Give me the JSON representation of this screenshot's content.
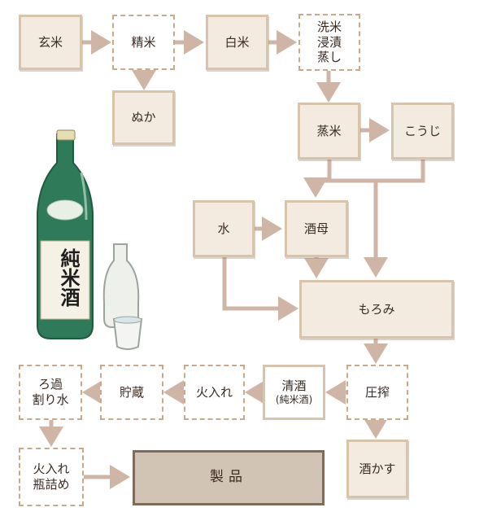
{
  "nodes": {
    "genmai": "玄米",
    "seimai": "精米",
    "hakumai": "白米",
    "nuka": "ぬか",
    "wash": "洗米\n浸漬\n蒸し",
    "jomai": "蒸米",
    "koji": "こうじ",
    "mizu": "水",
    "shubo": "酒母",
    "moromi": "もろみ",
    "assaku": "圧搾",
    "seishu": "清酒",
    "seishu_sub": "(純米酒)",
    "hiire": "火入れ",
    "chozo": "貯蔵",
    "rokaa": "ろ過\n割り水",
    "sakekasu": "酒かす",
    "bottling": "火入れ\n瓶詰め",
    "product": "製品"
  },
  "bottle": {
    "label": "純米酒"
  },
  "colors": {
    "arrow": "#cfb5a6",
    "box_fill": "#f3ebe0",
    "box_border": "#d8c3ab",
    "dash": "#caa98a",
    "product_fill": "#d2c4b4",
    "bottle": "#2f7a58"
  }
}
